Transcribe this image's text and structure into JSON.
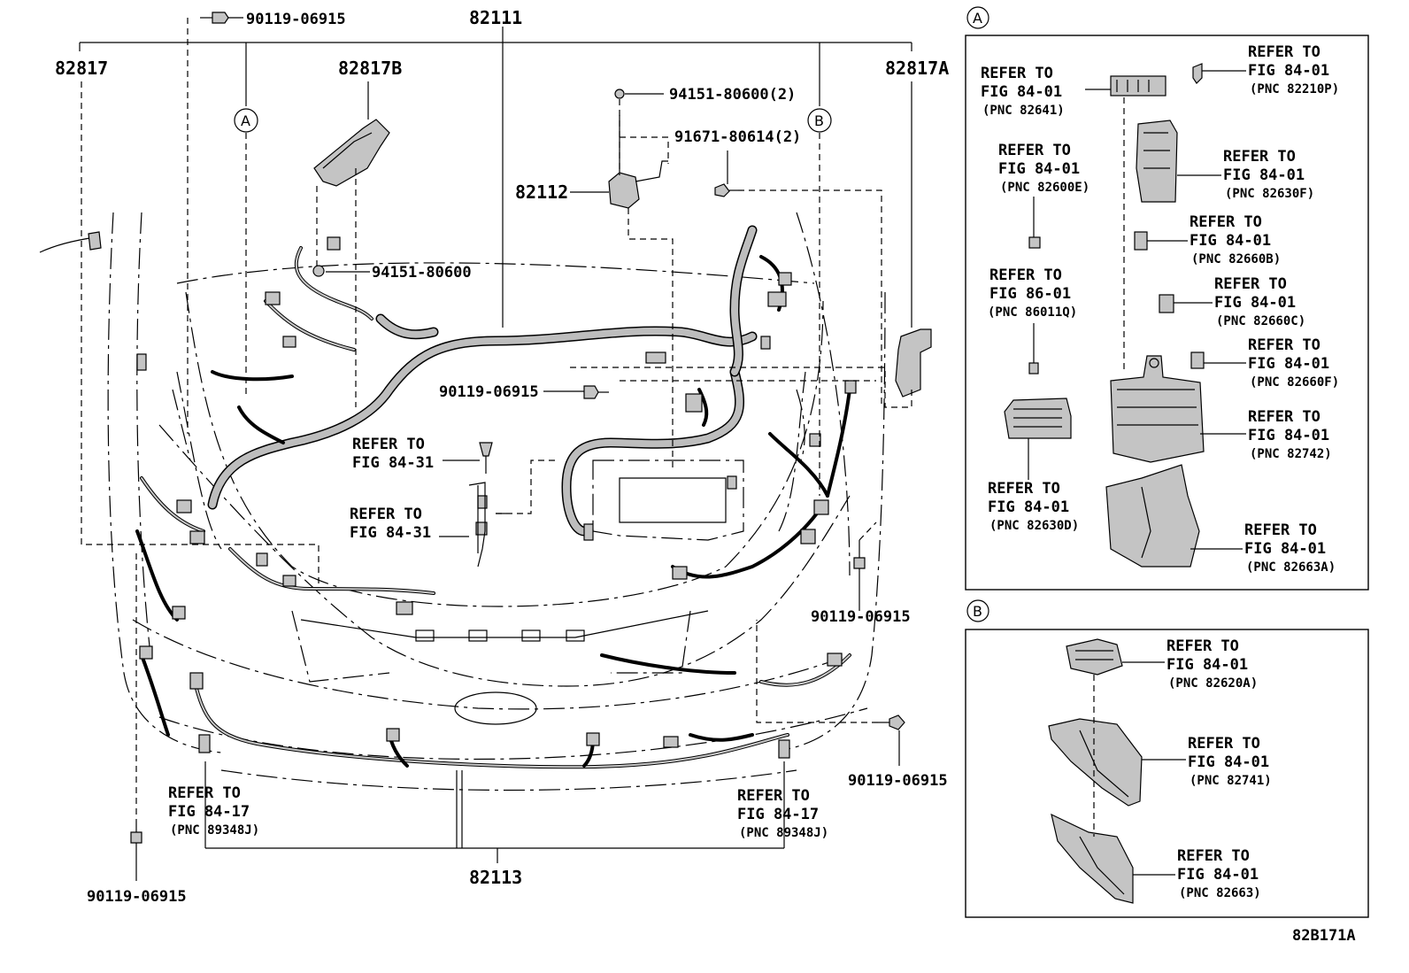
{
  "main": {
    "part_labels": {
      "p82111": "82111",
      "p82817": "82817",
      "p82817b": "82817B",
      "p82817a": "82817A",
      "p82112": "82112",
      "p82113": "82113"
    },
    "bolt_labels": {
      "b_top": "90119-06915",
      "b_mid": "90119-06915",
      "b_right": "90119-06915",
      "b_rlow": "90119-06915",
      "b_left": "90119-06915",
      "clip1": "94151-80600(2)",
      "clip2": "94151-80600",
      "screw": "91671-80614(2)"
    },
    "refs": {
      "r1": {
        "l1": "REFER TO",
        "l2": "FIG 84-31"
      },
      "r2": {
        "l1": "REFER TO",
        "l2": "FIG 84-31"
      },
      "r3": {
        "l1": "REFER TO",
        "l2": "FIG 84-17",
        "l3": "(PNC 89348J)"
      },
      "r4": {
        "l1": "REFER TO",
        "l2": "FIG 84-17",
        "l3": "(PNC 89348J)"
      }
    },
    "callouts": {
      "a": "A",
      "b": "B"
    }
  },
  "inset_a": {
    "title": "A",
    "refs": [
      {
        "l1": "REFER TO",
        "l2": "FIG 84-01",
        "l3": "(PNC 82641)"
      },
      {
        "l1": "REFER TO",
        "l2": "FIG 84-01",
        "l3": "(PNC 82210P)"
      },
      {
        "l1": "REFER TO",
        "l2": "FIG 84-01",
        "l3": "(PNC 82600E)"
      },
      {
        "l1": "REFER TO",
        "l2": "FIG 84-01",
        "l3": "(PNC 82630F)"
      },
      {
        "l1": "REFER TO",
        "l2": "FIG 84-01",
        "l3": "(PNC 82660B)"
      },
      {
        "l1": "REFER TO",
        "l2": "FIG 86-01",
        "l3": "(PNC 86011Q)"
      },
      {
        "l1": "REFER TO",
        "l2": "FIG 84-01",
        "l3": "(PNC 82660C)"
      },
      {
        "l1": "REFER TO",
        "l2": "FIG 84-01",
        "l3": "(PNC 82660F)"
      },
      {
        "l1": "REFER TO",
        "l2": "FIG 84-01",
        "l3": "(PNC 82742)"
      },
      {
        "l1": "REFER TO",
        "l2": "FIG 84-01",
        "l3": "(PNC 82630D)"
      },
      {
        "l1": "REFER TO",
        "l2": "FIG 84-01",
        "l3": "(PNC 82663A)"
      }
    ]
  },
  "inset_b": {
    "title": "B",
    "refs": [
      {
        "l1": "REFER TO",
        "l2": "FIG 84-01",
        "l3": "(PNC 82620A)"
      },
      {
        "l1": "REFER TO",
        "l2": "FIG 84-01",
        "l3": "(PNC 82741)"
      },
      {
        "l1": "REFER TO",
        "l2": "FIG 84-01",
        "l3": "(PNC 82663)"
      }
    ]
  },
  "diagram_code": "82B171A"
}
